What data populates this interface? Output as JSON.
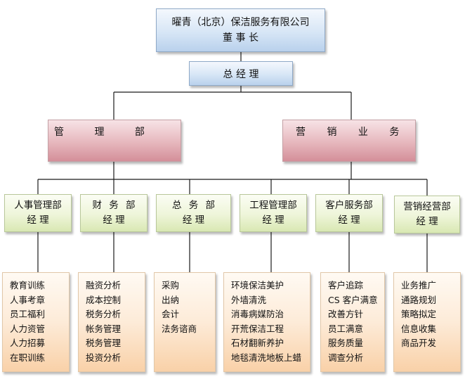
{
  "chairman": {
    "company": "曜青（北京）保洁服务有限公司",
    "title": "董 事 长"
  },
  "general_manager": "总 经 理",
  "divisions": [
    {
      "label": "管 理 部"
    },
    {
      "label": "营 销 业 务"
    }
  ],
  "departments": [
    {
      "line1": "人事管理部",
      "line2": "经 理"
    },
    {
      "line1": "财 务 部",
      "line2": "经 理"
    },
    {
      "line1": "总 务 部",
      "line2": "经 理"
    },
    {
      "line1": "工程管理部",
      "line2": "经 理"
    },
    {
      "line1": "客户服务部",
      "line2": "经 理"
    },
    {
      "line1": "营销经营部",
      "line2": "经 理"
    }
  ],
  "duties": [
    [
      "教育训练",
      "人事考章",
      "员工福利",
      "人力资管",
      "人力招募",
      "在职训练"
    ],
    [
      "融资分析",
      "成本控制",
      "税务分析",
      "帐务管理",
      "税务管理",
      "投资分析"
    ],
    [
      "采购",
      "出纳",
      "会计",
      "法务谘商"
    ],
    [
      "环境保洁美护",
      "外墙清洗",
      "消毒病媒防治",
      "开荒保洁工程",
      "石材翻新养护",
      "地毯清洗地板上蜡"
    ],
    [
      "客户追踪",
      "CS 客户满意",
      "改善方针",
      "员工满意",
      "服务质量",
      "调查分析"
    ],
    [
      "业务推广",
      "通路规划",
      "策略拟定",
      "信息收集",
      "商品开发"
    ]
  ]
}
